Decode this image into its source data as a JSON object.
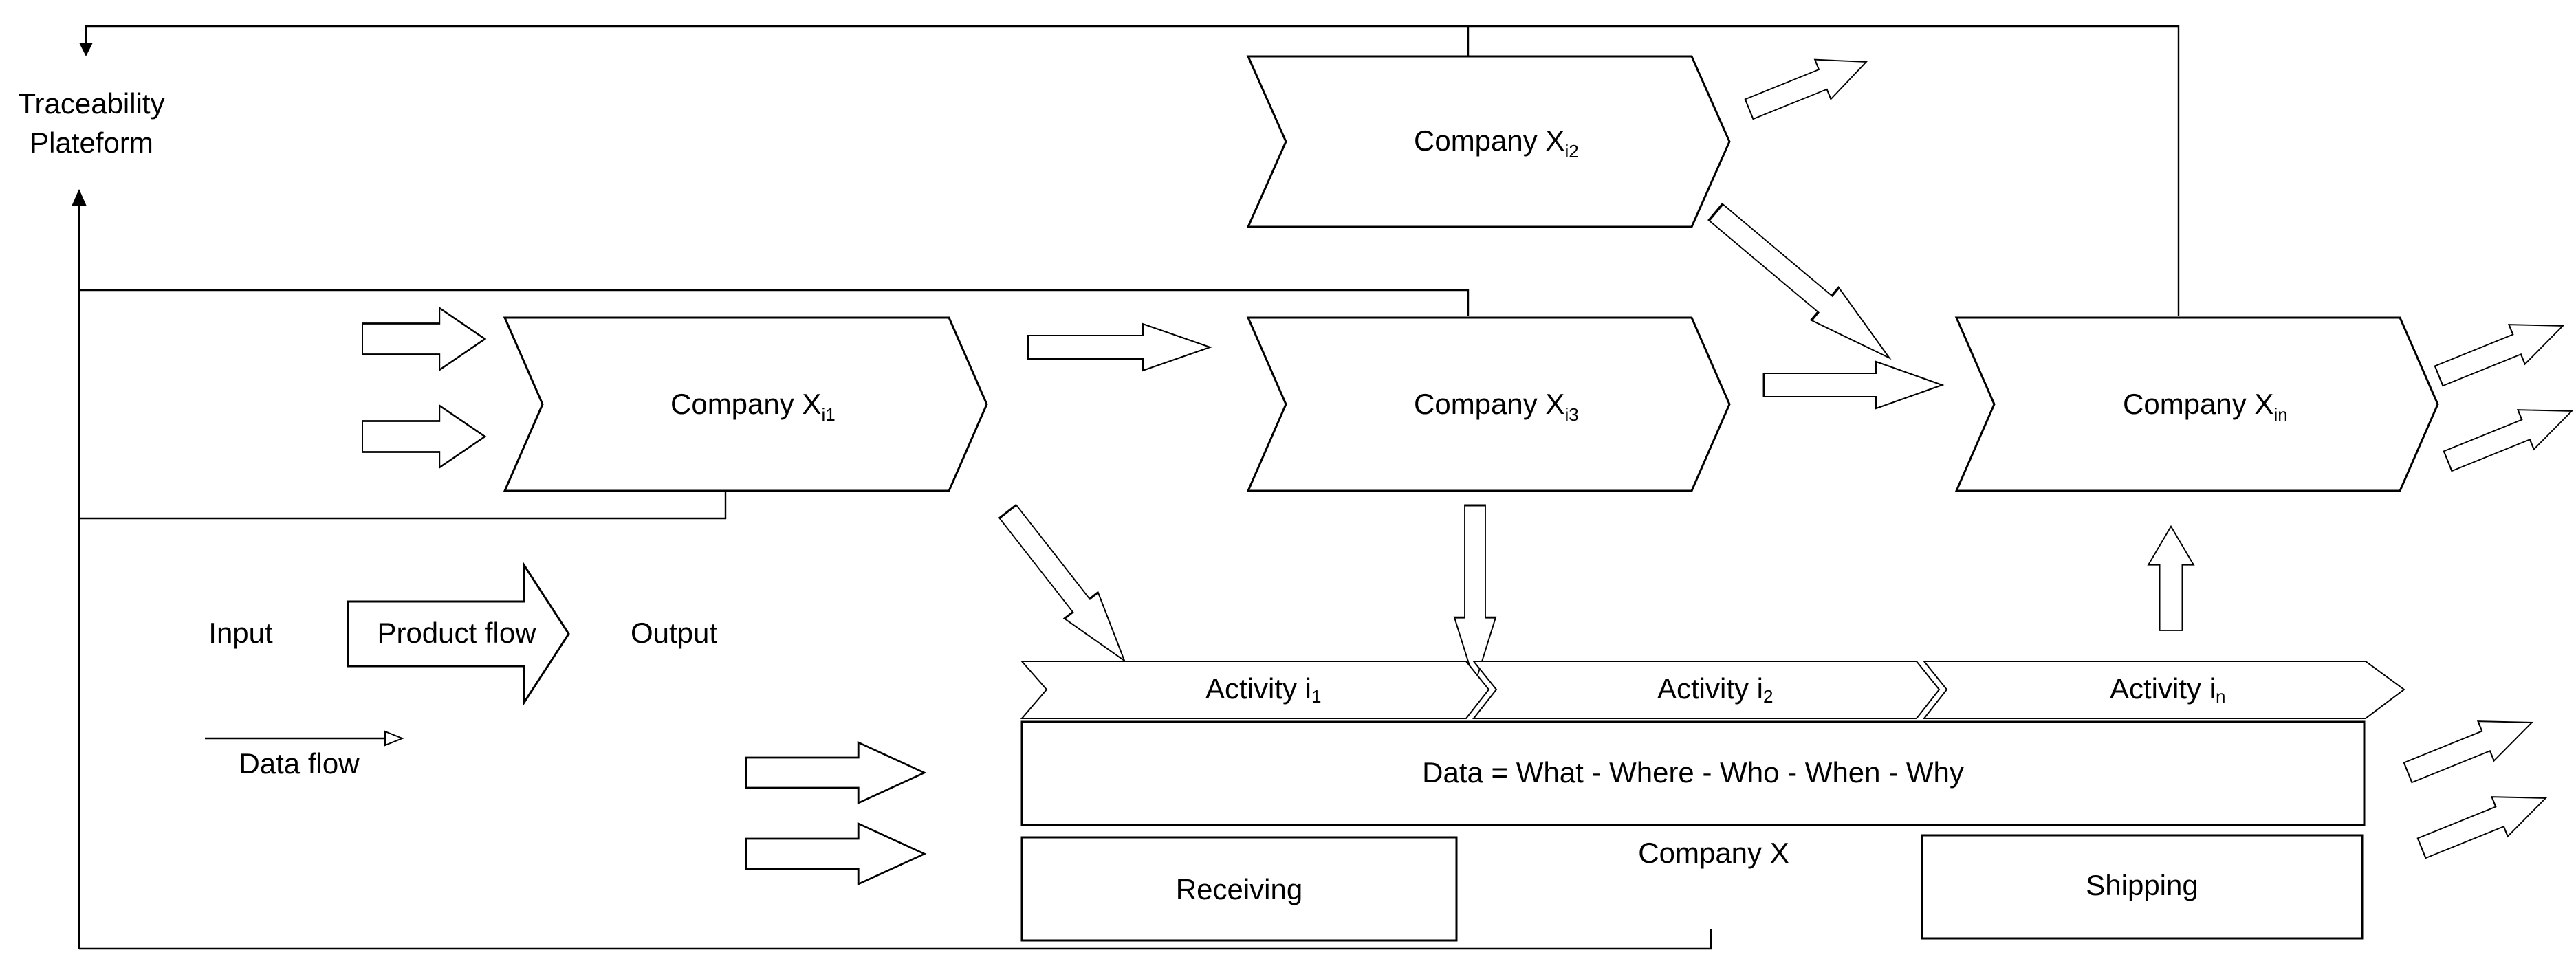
{
  "platform": {
    "line1": "Traceability",
    "line2": "Plateform"
  },
  "companies": {
    "xi1": {
      "label": "Company X",
      "sub": "i1"
    },
    "xi2": {
      "label": "Company X",
      "sub": "i2"
    },
    "xi3": {
      "label": "Company X",
      "sub": "i3"
    },
    "xin": {
      "label": "Company X",
      "sub": "in"
    }
  },
  "legend": {
    "input": "Input",
    "product_flow": "Product flow",
    "output": "Output",
    "data_flow": "Data flow"
  },
  "activities": [
    {
      "label": "Activity i",
      "sub": "1"
    },
    {
      "label": "Activity i",
      "sub": "2"
    },
    {
      "label": "Activity i",
      "sub": "n"
    }
  ],
  "data_box": "Data = What - Where - Who - When - Why",
  "company_x": "Company X",
  "receiving": "Receiving",
  "shipping": "Shipping"
}
